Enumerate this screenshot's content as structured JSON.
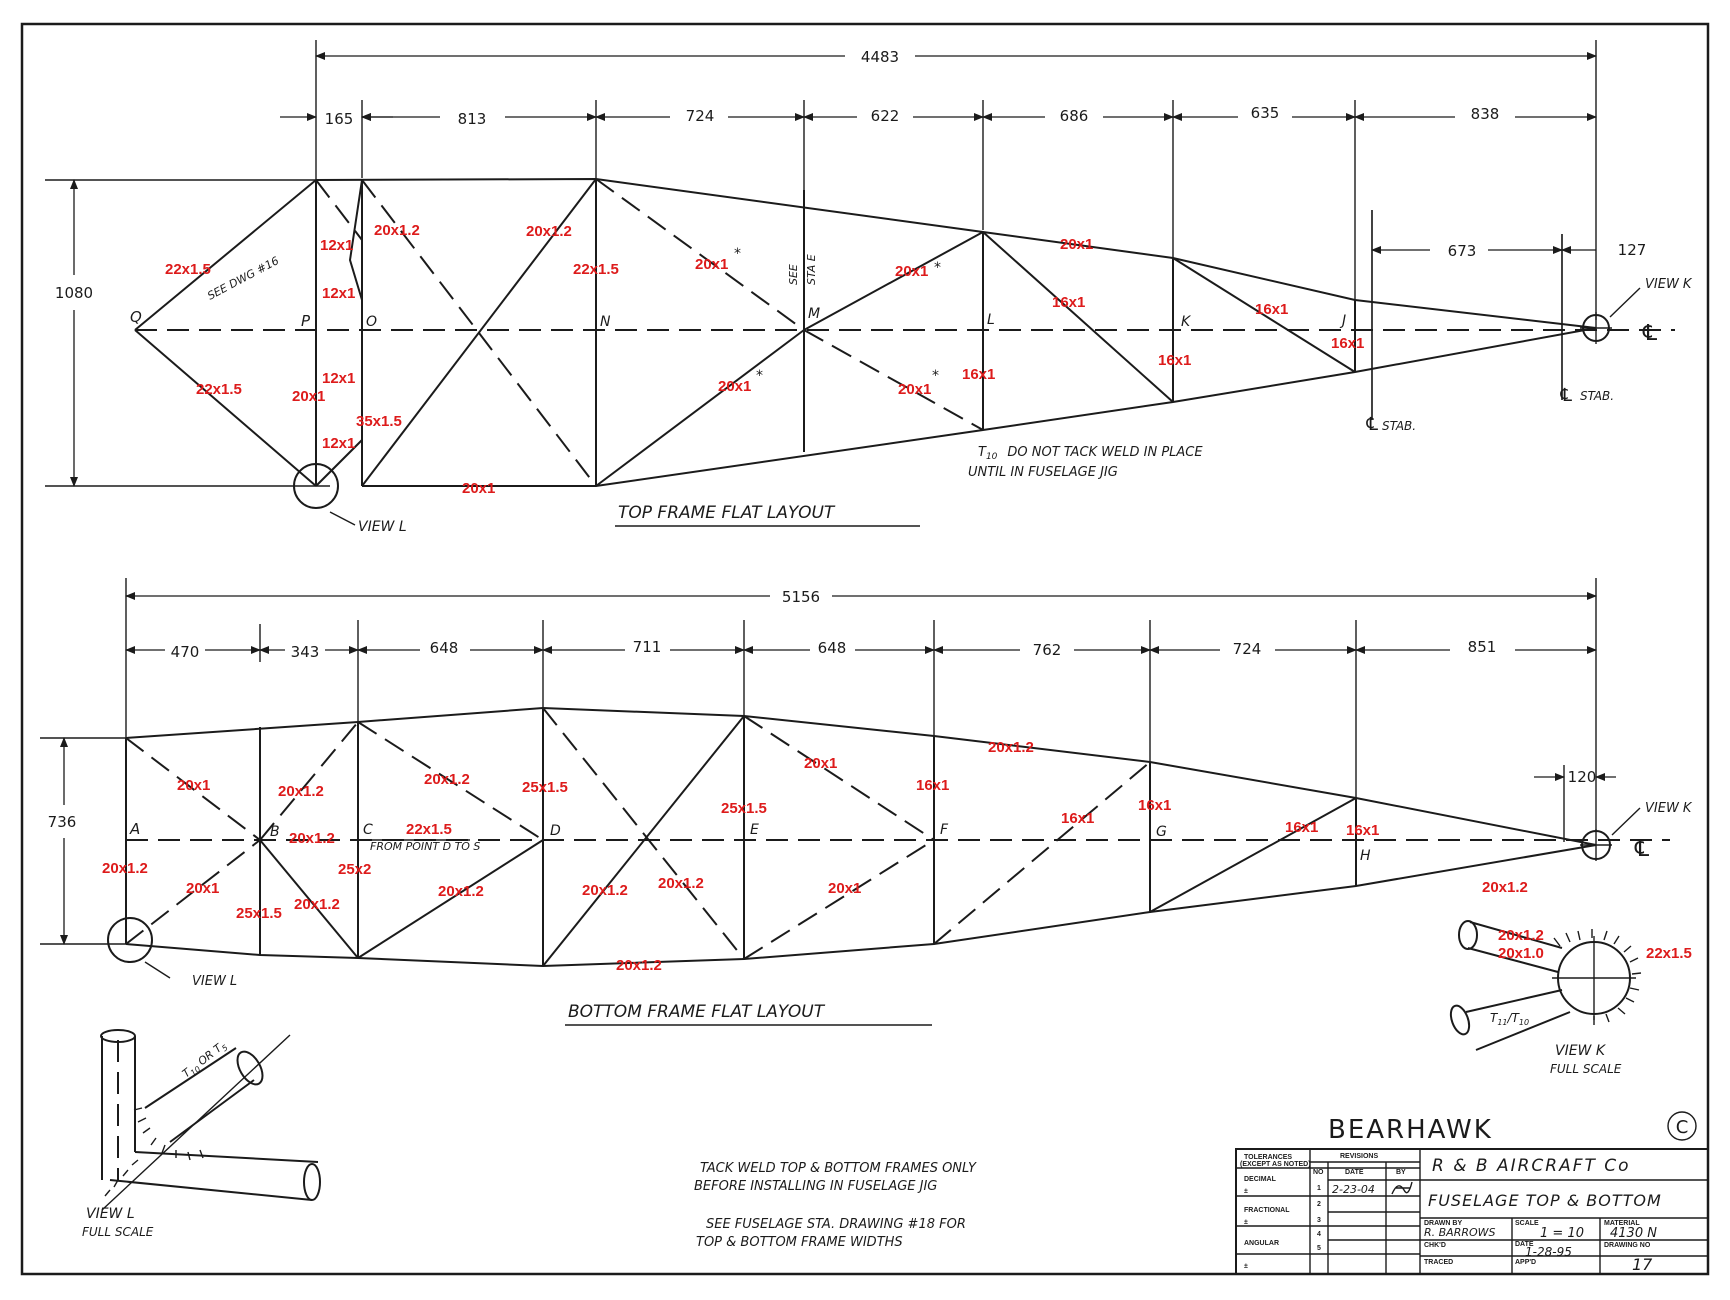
{
  "top": {
    "overall": "4483",
    "dims": [
      "165",
      "813",
      "724",
      "622",
      "686",
      "635",
      "838"
    ],
    "stab_dims": [
      "673",
      "127"
    ],
    "height": "1080",
    "nodes": [
      "Q",
      "P",
      "O",
      "N",
      "M",
      "L",
      "K",
      "J"
    ],
    "member_labels": [
      "22x1.5",
      "12x1",
      "20x1.2",
      "20x1.2",
      "22x1.5",
      "20x1",
      "20x1",
      "20x1",
      "16x1",
      "16x1",
      "16x1",
      "12x1",
      "22x1.5",
      "12x1",
      "20x1",
      "35x1.5",
      "12x1",
      "20x1",
      "20x1",
      "20x1",
      "16x1",
      "16x1",
      "16x1"
    ],
    "star_marks": [
      "*",
      "*",
      "*",
      "*"
    ],
    "see_dwg": "SEE DWG #16",
    "see_sta": "SEE",
    "see_sta2": "STA E",
    "view_k": "VIEW K",
    "view_l": "VIEW L",
    "stab1": "STAB.",
    "stab2": "STAB.",
    "cl_symbol": "℄",
    "note1": "T",
    "note1_sub": "10",
    "note1_rest": "DO NOT TACK WELD IN PLACE",
    "note2": "UNTIL IN FUSELAGE JIG",
    "title": "TOP FRAME   FLAT LAYOUT"
  },
  "bottom": {
    "overall": "5156",
    "dims": [
      "470",
      "343",
      "648",
      "711",
      "648",
      "762",
      "724",
      "851"
    ],
    "tail_dim": "120",
    "height": "736",
    "nodes": [
      "A",
      "B",
      "C",
      "D",
      "E",
      "F",
      "G",
      "H"
    ],
    "member_labels": [
      "20x1",
      "20x1.2",
      "20x1.2",
      "25x1.5",
      "20x1",
      "20x1.2",
      "16x1",
      "16x1",
      "16x1",
      "16x1",
      "16x1",
      "20x1.2",
      "22x1.5",
      "25x1.5",
      "20x1.2",
      "25x2",
      "20x1",
      "20x1.2",
      "20x1.2",
      "20x1.2",
      "20x1",
      "25x1.5",
      "20x1.2",
      "20x1.2"
    ],
    "from_point": "FROM POINT D TO S",
    "view_k": "VIEW K",
    "view_l": "VIEW L",
    "cl_symbol": "℄",
    "title": "BOTTOM FRAME   FLAT LAYOUT"
  },
  "view_k_detail": {
    "labels": [
      "20x1.2",
      "20x1.0",
      "22x1.5"
    ],
    "tube_label": "T",
    "tube_sub": "11",
    "tube_sub2": "10",
    "caption1": "VIEW  K",
    "caption2": "FULL SCALE"
  },
  "view_l_detail": {
    "tube_label": "T",
    "tube_sub": "10",
    "tube_or": "OR T",
    "tube_sub2": "5",
    "caption1": "VIEW L",
    "caption2": "FULL SCALE"
  },
  "notes": {
    "line1": "TACK WELD TOP & BOTTOM FRAMES ONLY",
    "line2": "BEFORE INSTALLING IN FUSELAGE JIG",
    "line3": "SEE FUSELAGE STA. DRAWING #18  FOR",
    "line4": "TOP & BOTTOM  FRAME WIDTHS"
  },
  "title_block": {
    "brand": "BEARHAWK",
    "copyright": "C",
    "company": "R & B  AIRCRAFT  Co",
    "drawing_title": "FUSELAGE TOP & BOTTOM",
    "tolerances": "TOLERANCES",
    "except": "(EXCEPT AS NOTED)",
    "decimal": "DECIMAL",
    "fractional": "FRACTIONAL",
    "angular": "ANGULAR",
    "pm": "±",
    "revisions": "REVISIONS",
    "no": "NO",
    "date": "DATE",
    "by": "BY",
    "rev_nos": [
      "1",
      "2",
      "3",
      "4",
      "5"
    ],
    "rev1_date": "2-23-04",
    "drawn_by_label": "DRAWN BY",
    "drawn_by": "R. BARROWS",
    "scale_label": "SCALE",
    "scale": "1 = 10",
    "material_label": "MATERIAL",
    "material": "4130 N",
    "chkd_label": "CHK'D",
    "date_label": "DATE",
    "date_value": "1-28-95",
    "drawing_no_label": "DRAWING NO",
    "drawing_no": "17",
    "traced_label": "TRACED",
    "appd_label": "APP'D"
  }
}
